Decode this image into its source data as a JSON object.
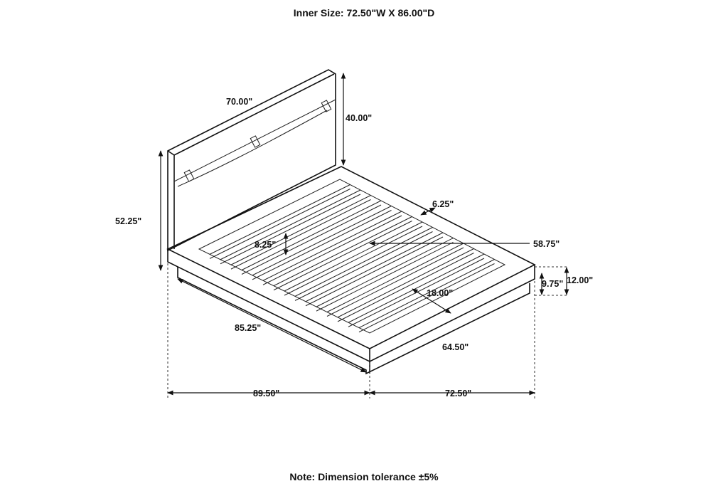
{
  "title": "Inner Size: 72.50\"W X 86.00\"D",
  "note": "Note: Dimension tolerance ±5%",
  "dimensions": {
    "headboard_width": "70.00\"",
    "headboard_panel_height": "40.00\"",
    "overall_height": "52.25\"",
    "side_rail_width": "6.25\"",
    "slat_clearance": "8.25\"",
    "inner_width": "58.75\"",
    "platform_height": "12.00\"",
    "base_height": "9.75\"",
    "overhang": "18.00\"",
    "inner_length": "85.25\"",
    "base_width": "64.50\"",
    "overall_length": "89.50\"",
    "overall_width": "72.50\""
  }
}
